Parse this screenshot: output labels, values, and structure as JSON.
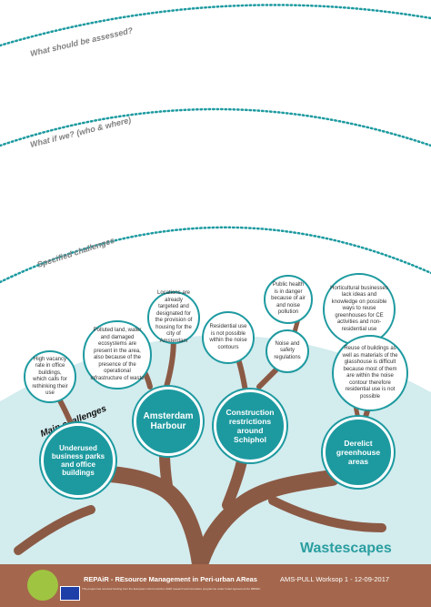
{
  "layers": {
    "assess": "What should be assessed?",
    "whatif": "What if we? (who & where)",
    "specified": "Specified challenges",
    "main": "Main challenges"
  },
  "main_challenges": {
    "underused": "Underused business parks and office buildings",
    "amsterdam": "Amsterdam Harbour",
    "schiphol": "Construction restrictions around Schiphol",
    "derelict": "Derelict greenhouse areas"
  },
  "specified_challenges": {
    "vacancy": "High vacancy rate in office buildings, which calls for rethinking their use",
    "polluted": "Polluted land, water and damaged ecosystems are present in the area, also because of the presence of the operational infrastructure of waste",
    "locations": "Locations are already targeted and designated for the provision of housing for the city of Amsterdam",
    "residential": "Residential use is not possible within the noise contours",
    "public_health": "Public health is in danger because of air and noise pollution",
    "noise_safety": "Noise and safety regulations",
    "horticultural": "Horticultural businesses lack ideas and knowledge on possible ways to reuse greenhouses for CE activities and non-residential use",
    "reuse": "Reuse of buildings as well as materials of the glasshouse is difficult because most of them are within the noise contour therefore residential use is not possible"
  },
  "wastescapes": "Wastescapes",
  "footer": {
    "title": "REPAiR - REsource Management in Peri-urban AReas",
    "date": "AMS-PULL Worksop 1 - 12-09-2017",
    "note": "This project has received funding from the European Union's Horizon 2020 research and innovation programme under Grant Agreement No 688920."
  },
  "colors": {
    "teal": "#1d9aa0",
    "brown": "#8b5a45",
    "footer": "#a4674d",
    "light_teal": "#d3ecee"
  }
}
